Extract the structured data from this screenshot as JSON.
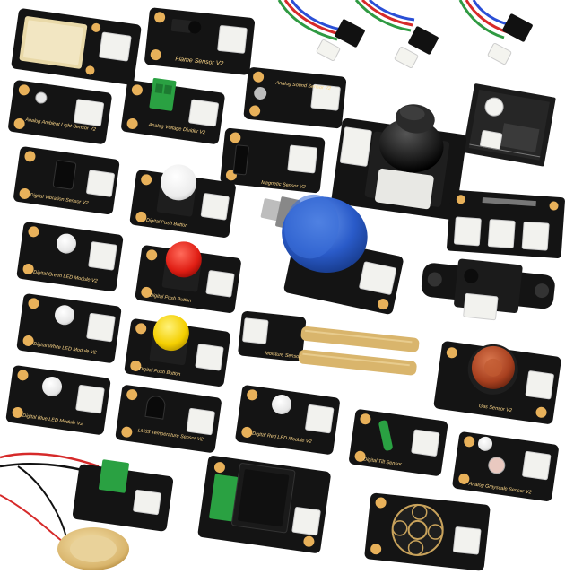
{
  "scene": {
    "background": "#ffffff",
    "board_color": "#141414",
    "pad_color": "#e8b15a",
    "connector_color": "#f2f2ee"
  },
  "modules": [
    {
      "id": "touch",
      "icon": "touch-pad-icon",
      "label": ""
    },
    {
      "id": "flame",
      "icon": "flame-sensor-icon",
      "label": "Flame Sensor V2"
    },
    {
      "id": "ambient-light",
      "icon": "light-sensor-icon",
      "label": "Analog Ambient Light Sensor V2"
    },
    {
      "id": "voltage-divider",
      "icon": "terminal-block-icon",
      "label": "Analog Voltage Divider V2"
    },
    {
      "id": "sound",
      "icon": "microphone-icon",
      "label": "Analog Sound Sensor V2"
    },
    {
      "id": "vibration",
      "icon": "vibration-sensor-icon",
      "label": "Digital Vibration Sensor V2"
    },
    {
      "id": "push-white",
      "icon": "push-button-icon",
      "label": "Digital Push Button"
    },
    {
      "id": "magnetic",
      "icon": "magnet-sensor-icon",
      "label": "Magnetic Sensor V2"
    },
    {
      "id": "joystick",
      "icon": "joystick-icon",
      "label": ""
    },
    {
      "id": "pir",
      "icon": "pir-sensor-icon",
      "label": ""
    },
    {
      "id": "green-led",
      "icon": "led-icon",
      "label": "Digital Green LED Module V2"
    },
    {
      "id": "push-red",
      "icon": "push-button-icon",
      "label": "Digital Push Button"
    },
    {
      "id": "rotation",
      "icon": "potentiometer-icon",
      "label": ""
    },
    {
      "id": "breakout",
      "icon": "connector-board-icon",
      "label": ""
    },
    {
      "id": "ir-distance",
      "icon": "ir-distance-sensor-icon",
      "label": ""
    },
    {
      "id": "white-led",
      "icon": "led-icon",
      "label": "Digital White LED Module V2"
    },
    {
      "id": "push-yellow",
      "icon": "push-button-icon",
      "label": "Digital Push Button"
    },
    {
      "id": "moisture",
      "icon": "moisture-probe-icon",
      "label": "Moisture Sensor"
    },
    {
      "id": "gas",
      "icon": "gas-sensor-icon",
      "label": "Gas Sensor V2"
    },
    {
      "id": "blue-led",
      "icon": "led-icon",
      "label": "Digital Blue LED Module V2"
    },
    {
      "id": "temperature",
      "icon": "temperature-sensor-icon",
      "label": "LM35 Temperature Sensor V2"
    },
    {
      "id": "red-led",
      "icon": "led-icon",
      "label": "Digital Red LED Module V2"
    },
    {
      "id": "tilt",
      "icon": "tilt-switch-icon",
      "label": "Digital Tilt Sensor"
    },
    {
      "id": "grayscale",
      "icon": "grayscale-sensor-icon",
      "label": "Analog Grayscale Sensor V2"
    },
    {
      "id": "piezo",
      "icon": "piezo-disk-icon",
      "label": ""
    },
    {
      "id": "relay",
      "icon": "relay-icon",
      "label": ""
    },
    {
      "id": "steam",
      "icon": "steam-sensor-icon",
      "label": ""
    }
  ]
}
